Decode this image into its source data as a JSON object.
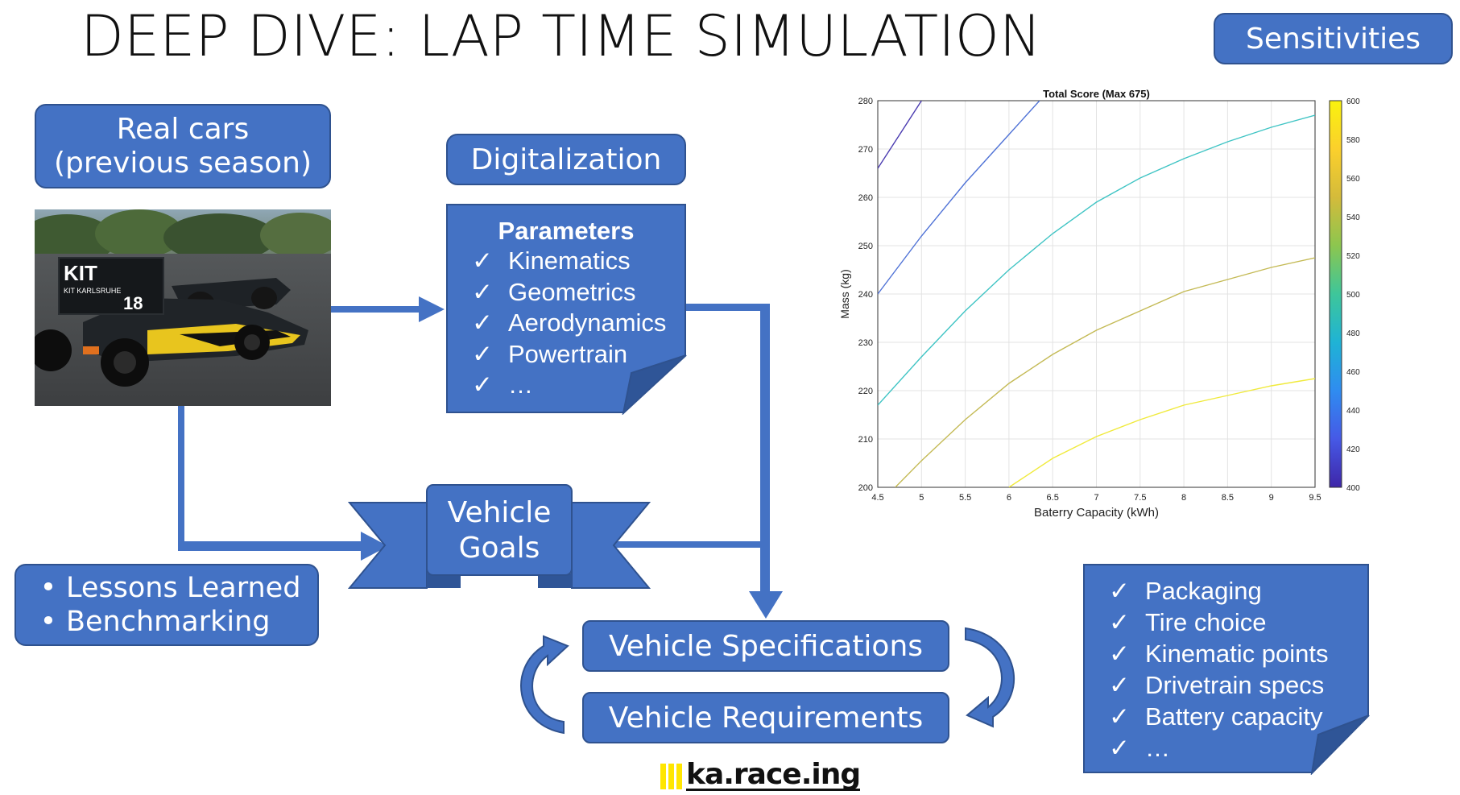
{
  "slide": {
    "title": "DEEP DIVE: LAP TIME SIMULATION",
    "sensitivities_label": "Sensitivities",
    "real_cars_line1": "Real cars",
    "real_cars_line2": "(previous season)",
    "digitalization_label": "Digitalization",
    "vehicle_goals_line1": "Vehicle",
    "vehicle_goals_line2": "Goals",
    "vehicle_specifications_label": "Vehicle Specifications",
    "vehicle_requirements_label": "Vehicle Requirements",
    "logo_text": "ka.race.ing"
  },
  "car_photo": {
    "sign_text": "KIT",
    "sign_subtext": "KIT KARLSRUHE",
    "number": "18"
  },
  "parameters": {
    "title": "Parameters",
    "items": [
      "Kinematics",
      "Geometrics",
      "Aerodynamics",
      "Powertrain",
      "…"
    ]
  },
  "lessons": {
    "items": [
      "Lessons Learned",
      "Benchmarking"
    ]
  },
  "spec_items": {
    "items": [
      "Packaging",
      "Tire choice",
      "Kinematic points",
      "Drivetrain specs",
      "Battery capacity",
      "…"
    ]
  },
  "icons": {
    "check": "✓",
    "bullet": "•"
  },
  "colors": {
    "accent": "#4472c4",
    "accent_border": "#2f528f",
    "logo_yellow": "#ffe600"
  },
  "chart_data": {
    "type": "line",
    "title": "Total Score (Max 675)",
    "xlabel": "Baterry Capacity (kWh)",
    "ylabel": "Mass (kg)",
    "xlim": [
      4.5,
      9.5
    ],
    "ylim": [
      200,
      280
    ],
    "x_ticks": [
      "4.5",
      "5",
      "5.5",
      "6",
      "6.5",
      "7",
      "7.5",
      "8",
      "8.5",
      "9",
      "9.5"
    ],
    "y_ticks": [
      "200",
      "210",
      "220",
      "230",
      "240",
      "250",
      "260",
      "270",
      "280"
    ],
    "grid": true,
    "colorbar": {
      "range": [
        400,
        600
      ],
      "ticks": [
        "400",
        "420",
        "440",
        "460",
        "480",
        "500",
        "520",
        "540",
        "560",
        "580",
        "600"
      ]
    },
    "series": [
      {
        "level": 420,
        "color": "#4a3bb0",
        "x": [
          4.5,
          4.75,
          5.0
        ],
        "y": [
          266,
          273,
          280
        ]
      },
      {
        "level": 450,
        "color": "#4f72d6",
        "x": [
          4.5,
          5.0,
          5.5,
          6.0,
          6.35
        ],
        "y": [
          240,
          252,
          263,
          273,
          280
        ]
      },
      {
        "level": 490,
        "color": "#3fc4c4",
        "x": [
          4.5,
          5.0,
          5.5,
          6.0,
          6.5,
          7.0,
          7.5,
          8.0,
          8.5,
          9.0,
          9.5
        ],
        "y": [
          217,
          227,
          236.5,
          245,
          252.5,
          259,
          264,
          268,
          271.5,
          274.5,
          277
        ]
      },
      {
        "level": 545,
        "color": "#c4ba55",
        "x": [
          4.7,
          5.0,
          5.5,
          6.0,
          6.5,
          7.0,
          7.5,
          8.0,
          8.5,
          9.0,
          9.5
        ],
        "y": [
          200,
          205.5,
          214,
          221.5,
          227.5,
          232.5,
          236.5,
          240.5,
          243,
          245.5,
          247.5
        ]
      },
      {
        "level": 585,
        "color": "#f0ea3c",
        "x": [
          6.0,
          6.5,
          7.0,
          7.5,
          8.0,
          8.5,
          9.0,
          9.5
        ],
        "y": [
          200,
          206,
          210.5,
          214,
          217,
          219,
          221,
          222.5
        ]
      }
    ]
  }
}
